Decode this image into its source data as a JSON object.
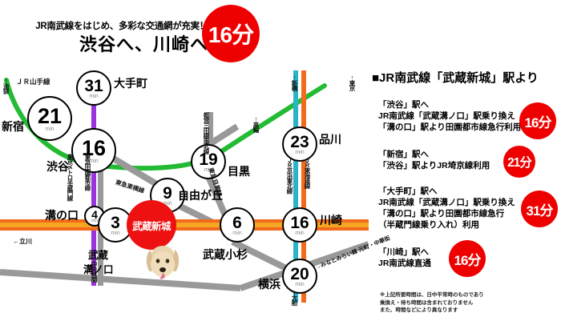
{
  "header": {
    "tagline": "JR南武線をはじめ、多彩な交通網が充実！",
    "headline": "渋谷へ、川崎へ",
    "badge": "16分"
  },
  "map": {
    "home_marker": "武蔵新城",
    "stations": [
      {
        "id": "shinjuku",
        "label": "新宿",
        "minutes": "21",
        "unit": "min"
      },
      {
        "id": "otemachi",
        "label": "大手町",
        "minutes": "31",
        "unit": "min"
      },
      {
        "id": "shibuya",
        "label": "渋谷",
        "minutes": "16",
        "unit": "min"
      },
      {
        "id": "meguro",
        "label": "目黒",
        "minutes": "19",
        "unit": "min"
      },
      {
        "id": "shinagawa",
        "label": "品川",
        "minutes": "23",
        "unit": "min"
      },
      {
        "id": "jiyugaoka",
        "label": "自由が丘",
        "minutes": "9",
        "unit": "min"
      },
      {
        "id": "mizonokuchi",
        "label": "溝の口",
        "minutes": "4",
        "unit": "min"
      },
      {
        "id": "musashimizonokuchi",
        "label": "武蔵溝ノ口",
        "minutes": "3",
        "unit": "min"
      },
      {
        "id": "musashikosugi",
        "label": "武蔵小杉",
        "minutes": "6",
        "unit": "min"
      },
      {
        "id": "kawasaki",
        "label": "川崎",
        "minutes": "16",
        "unit": "min"
      },
      {
        "id": "yokohama",
        "label": "横浜",
        "minutes": "20",
        "unit": "min"
      }
    ],
    "line_labels": [
      {
        "id": "yamanote",
        "text": "ＪＲ山手線"
      },
      {
        "id": "metro-hanzomon",
        "text": "東京メトロ半蔵門線"
      },
      {
        "id": "denentoshi",
        "text": "東急田園都市線"
      },
      {
        "id": "toyoko",
        "text": "東急東横線"
      },
      {
        "id": "mekama",
        "text": "東急目黒線"
      },
      {
        "id": "mita-namboku",
        "text": "都営三田線南北線"
      },
      {
        "id": "keihin-tohoku",
        "text": "ＪＲ京浜東北線"
      },
      {
        "id": "tokaido",
        "text": "ＪＲ東海道線"
      }
    ],
    "direction_labels": [
      {
        "id": "ikebukuro",
        "text": "↑池袋"
      },
      {
        "id": "shimbashi",
        "text": "↑新橋"
      },
      {
        "id": "tokyo",
        "text": "↑東京"
      },
      {
        "id": "takanawa",
        "text": "↑高輪"
      },
      {
        "id": "tachikawa",
        "text": "←立川"
      },
      {
        "id": "chuorinkan",
        "text": "↓中央林間"
      },
      {
        "id": "ofuna",
        "text": "↓大船"
      },
      {
        "id": "minatomirai",
        "text": "→みなとみらい線 元町・中華街"
      }
    ],
    "colors": {
      "nambu_line": "#f5a623",
      "nambu_line_edge": "#f26a1b",
      "yamanote_line": "#22bb33",
      "denentoshi_line": "#9933dd",
      "tokyu_gray": "#999999",
      "keihin_tohoku": "#2bb3c8",
      "tokaido_line": "#f26a1b",
      "marker_red": "#ee1111"
    }
  },
  "panel": {
    "title": "■JR南武線「武蔵新城」駅より",
    "routes": [
      {
        "id": "shibuya",
        "lines": [
          "「渋谷」駅へ",
          "JR南武線「武蔵溝ノ口」駅乗り換え",
          "「溝の口」駅より田園都市線急行利用"
        ],
        "badge": "16分"
      },
      {
        "id": "shinjuku",
        "lines": [
          "「新宿」駅へ",
          "「渋谷」駅よりJR埼京線利用"
        ],
        "badge": "21分"
      },
      {
        "id": "otemachi",
        "lines": [
          "「大手町」駅へ",
          "JR南武線「武蔵溝ノ口」駅乗り換え",
          "「溝の口」駅より田園都市線急行",
          "（半蔵門線乗り入れ）利用"
        ],
        "badge": "31分"
      },
      {
        "id": "kawasaki",
        "lines": [
          "「川崎」駅へ",
          "JR南武線直通"
        ],
        "badge": "16分"
      }
    ],
    "note": [
      "※上記所要時間は、日中平常時のものであり",
      "乗換え・待ち時間は含まれておりません",
      "また、時間などにより異なります"
    ]
  }
}
